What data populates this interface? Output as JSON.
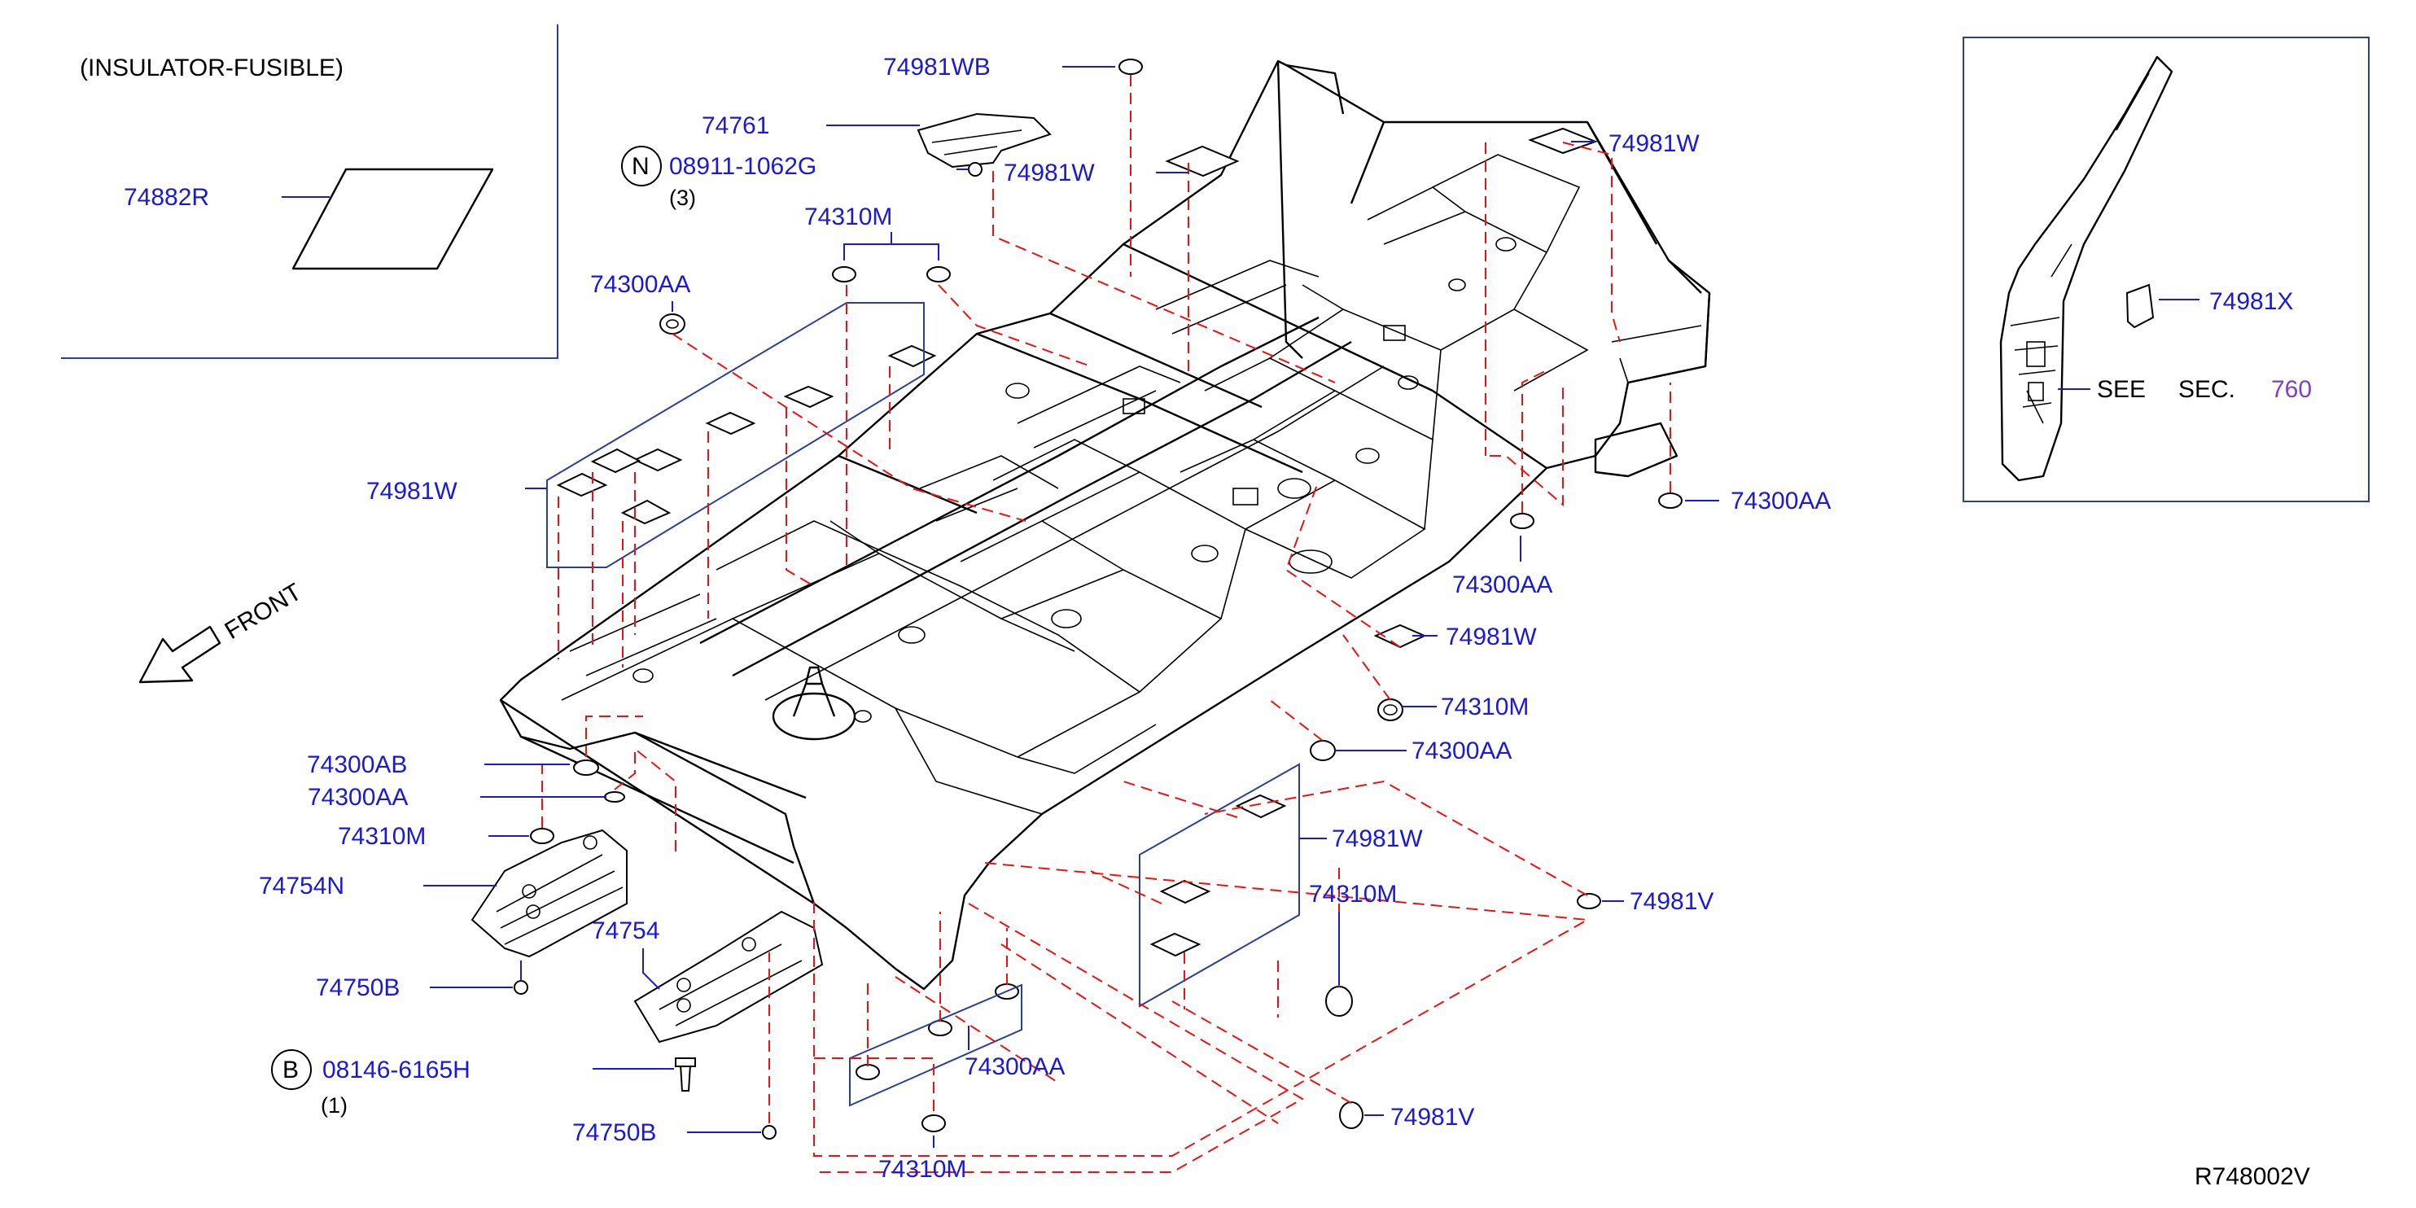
{
  "diagram": {
    "fusible_title": "(INSULATOR-FUSIBLE)",
    "front_label": "FRONT",
    "see_text": "SEE",
    "sec_text": "SEC.",
    "sec_number": "760",
    "drawing_code": "R748002V",
    "colors": {
      "part_number": "#1a1ad6",
      "dash": "#e11111",
      "frame": "#2a3f9a",
      "section_ref": "#7a3fd6"
    },
    "callouts": [
      {
        "id": "74882R",
        "label": "74882R"
      },
      {
        "id": "74981WB",
        "label": "74981WB"
      },
      {
        "id": "74761",
        "label": "74761"
      },
      {
        "id": "08911-1062G",
        "label": "08911-1062G",
        "prefix": "N",
        "qty": "(3)"
      },
      {
        "id": "74981W-a",
        "label": "74981W"
      },
      {
        "id": "74310M-a",
        "label": "74310M"
      },
      {
        "id": "74300AA-a",
        "label": "74300AA"
      },
      {
        "id": "74981W-b",
        "label": "74981W"
      },
      {
        "id": "74981W-c",
        "label": "74981W"
      },
      {
        "id": "74300AA-b",
        "label": "74300AA"
      },
      {
        "id": "74300AA-c",
        "label": "74300AA"
      },
      {
        "id": "74981W-d",
        "label": "74981W"
      },
      {
        "id": "74310M-b",
        "label": "74310M"
      },
      {
        "id": "74300AA-d",
        "label": "74300AA"
      },
      {
        "id": "74981W-e",
        "label": "74981W"
      },
      {
        "id": "74310M-c",
        "label": "74310M"
      },
      {
        "id": "74981V-a",
        "label": "74981V"
      },
      {
        "id": "74300AB",
        "label": "74300AB"
      },
      {
        "id": "74300AA-e",
        "label": "74300AA"
      },
      {
        "id": "74310M-d",
        "label": "74310M"
      },
      {
        "id": "74754N",
        "label": "74754N"
      },
      {
        "id": "74754",
        "label": "74754"
      },
      {
        "id": "74750B-a",
        "label": "74750B"
      },
      {
        "id": "08146-6165H",
        "label": "08146-6165H",
        "prefix": "B",
        "qty": "(1)"
      },
      {
        "id": "74300AA-f",
        "label": "74300AA"
      },
      {
        "id": "74750B-b",
        "label": "74750B"
      },
      {
        "id": "74310M-e",
        "label": "74310M"
      },
      {
        "id": "74981V-b",
        "label": "74981V"
      },
      {
        "id": "74981X",
        "label": "74981X"
      }
    ]
  }
}
